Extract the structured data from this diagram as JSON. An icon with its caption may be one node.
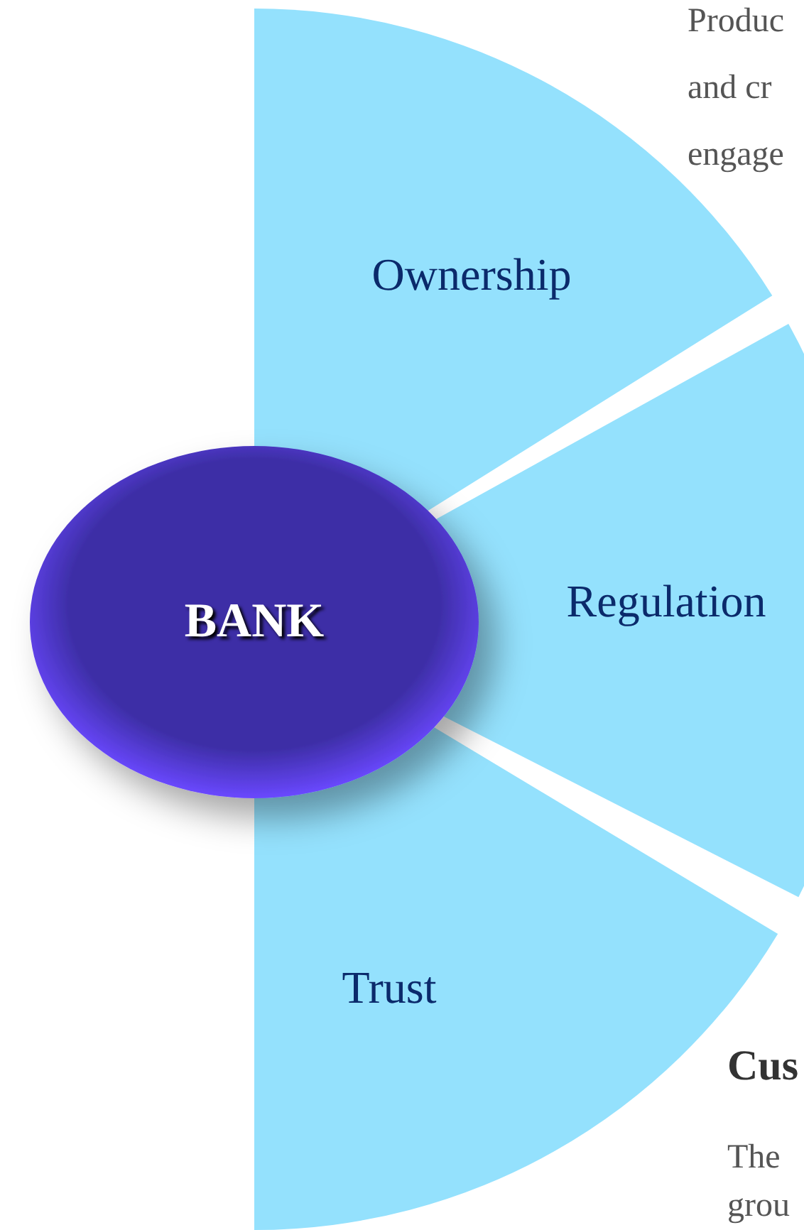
{
  "diagram": {
    "nodes": [
      {
        "text": [
          "Ownership"
        ]
      },
      {
        "text": [
          "Regulation"
        ]
      },
      {
        "text": [
          "Trust"
        ]
      },
      {
        "text": [
          "BANK"
        ]
      }
    ],
    "edges": [],
    "labels": [
      "Produc",
      "and cr",
      "engage",
      "Cus",
      "The",
      "grou"
    ]
  }
}
